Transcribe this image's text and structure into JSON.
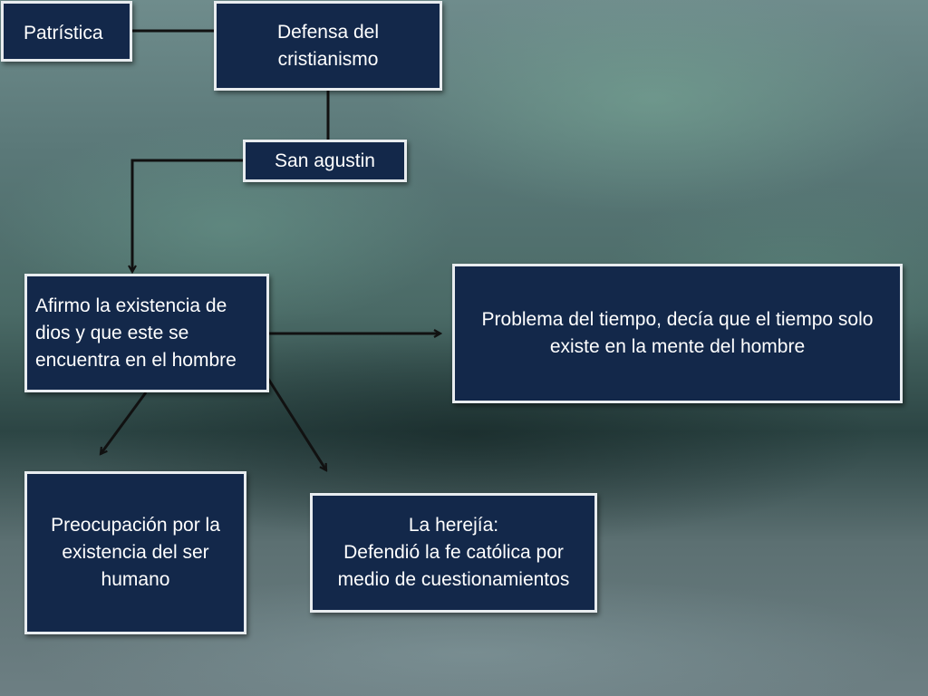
{
  "diagram": {
    "nodes": {
      "patristica": "Patrística",
      "defensa": "Defensa del cristianismo",
      "san_agustin": "San agustin",
      "afirmo": "Afirmo la existencia de dios y que este se encuentra en el hombre",
      "problema": "Problema del tiempo, decía que el tiempo solo existe en la mente del hombre",
      "preocupacion": "Preocupación por la existencia del ser humano",
      "herejia_title": "La herejía:",
      "herejia_body": "Defendió la fe católica por medio de cuestionamientos"
    },
    "edges": [
      {
        "from": "patristica",
        "to": "defensa",
        "arrow": false
      },
      {
        "from": "defensa",
        "to": "san_agustin",
        "arrow": false
      },
      {
        "from": "san_agustin",
        "to": "afirmo",
        "arrow": true
      },
      {
        "from": "afirmo",
        "to": "problema",
        "arrow": true
      },
      {
        "from": "afirmo",
        "to": "preocupacion",
        "arrow": true
      },
      {
        "from": "afirmo",
        "to": "herejia",
        "arrow": true
      }
    ],
    "colors": {
      "box_fill": "#13284a",
      "box_border": "#e8ecef",
      "connector": "#111111"
    }
  }
}
